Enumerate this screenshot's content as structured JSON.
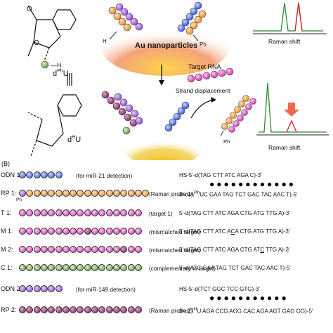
{
  "panelA": {
    "monomer1_label": "d",
    "monomer1_sup": "Ph",
    "monomer1_suffix": "U",
    "monomer2_label": "d",
    "monomer2_sup": "H",
    "monomer2_suffix": "U",
    "au_label": "Au nanoparticles",
    "target_rna": "Target RNA",
    "strand_displacement": "Strand displacement",
    "raman_shift_1": "Raman shift",
    "raman_shift_2": "Raman shift",
    "atom_H": "H",
    "atom_Ph": "Ph",
    "bead_H": "H",
    "strand_Ph": "Ph",
    "dot1": "·",
    "dot2": "·",
    "dash1": "—",
    "colors": {
      "green": "#2e8b2e",
      "red": "#d62020",
      "gold": "#e8c24a",
      "arrow": "#e05030"
    }
  },
  "panelB": {
    "label": "(B)",
    "rows": [
      {
        "name": "ODN 1:",
        "desc": "(for miR-21 detection)",
        "seq": "HS-5'-d(TAG CTT ATC AGA C)-3'",
        "dots": "●●●●●●●●●●●●"
      },
      {
        "name": "RP 1:",
        "desc": "(Raman probe 1)",
        "seq": "3'-d(A<sup>Ph</sup>UC GAA TAG TCT GAC TAC AAC T)-5'",
        "sub": "Ph"
      },
      {
        "name": "T 1:",
        "desc": "(target 1)",
        "seq": "5'-d(TAG CTT ATC AGA CTG ATG TTG A)-3'"
      },
      {
        "name": "M 1:",
        "desc": "(mismatched target)",
        "seq": "5'-d(TAG CTT ATC A<u>C</u>A CTG ATG TTG A)-3'"
      },
      {
        "name": "M 2:",
        "desc": "(mismatched target)",
        "seq": "5'-d(TAG CTT ATC AGA CTG AT<u>C</u> TTG A)-3'"
      },
      {
        "name": "C 1:",
        "desc": "(complementary to target)",
        "seq": "5'-d(ATC GAA TAG TCT GAC TAC AAC T)-5'"
      },
      {
        "name": "ODN 2:",
        "desc": "(for miR-149 detection)",
        "seq": "HS-5'-d(TCT GGC TCC GTG)-3'",
        "dots": "●●●●●●●●●●●"
      },
      {
        "name": "RP 2:",
        "desc": "(Raman probe 2)",
        "seq": "3'-d(T<sup>H</sup>U AGA CCG AGG CAC AGA AGT GAG GG)-5'"
      }
    ]
  }
}
